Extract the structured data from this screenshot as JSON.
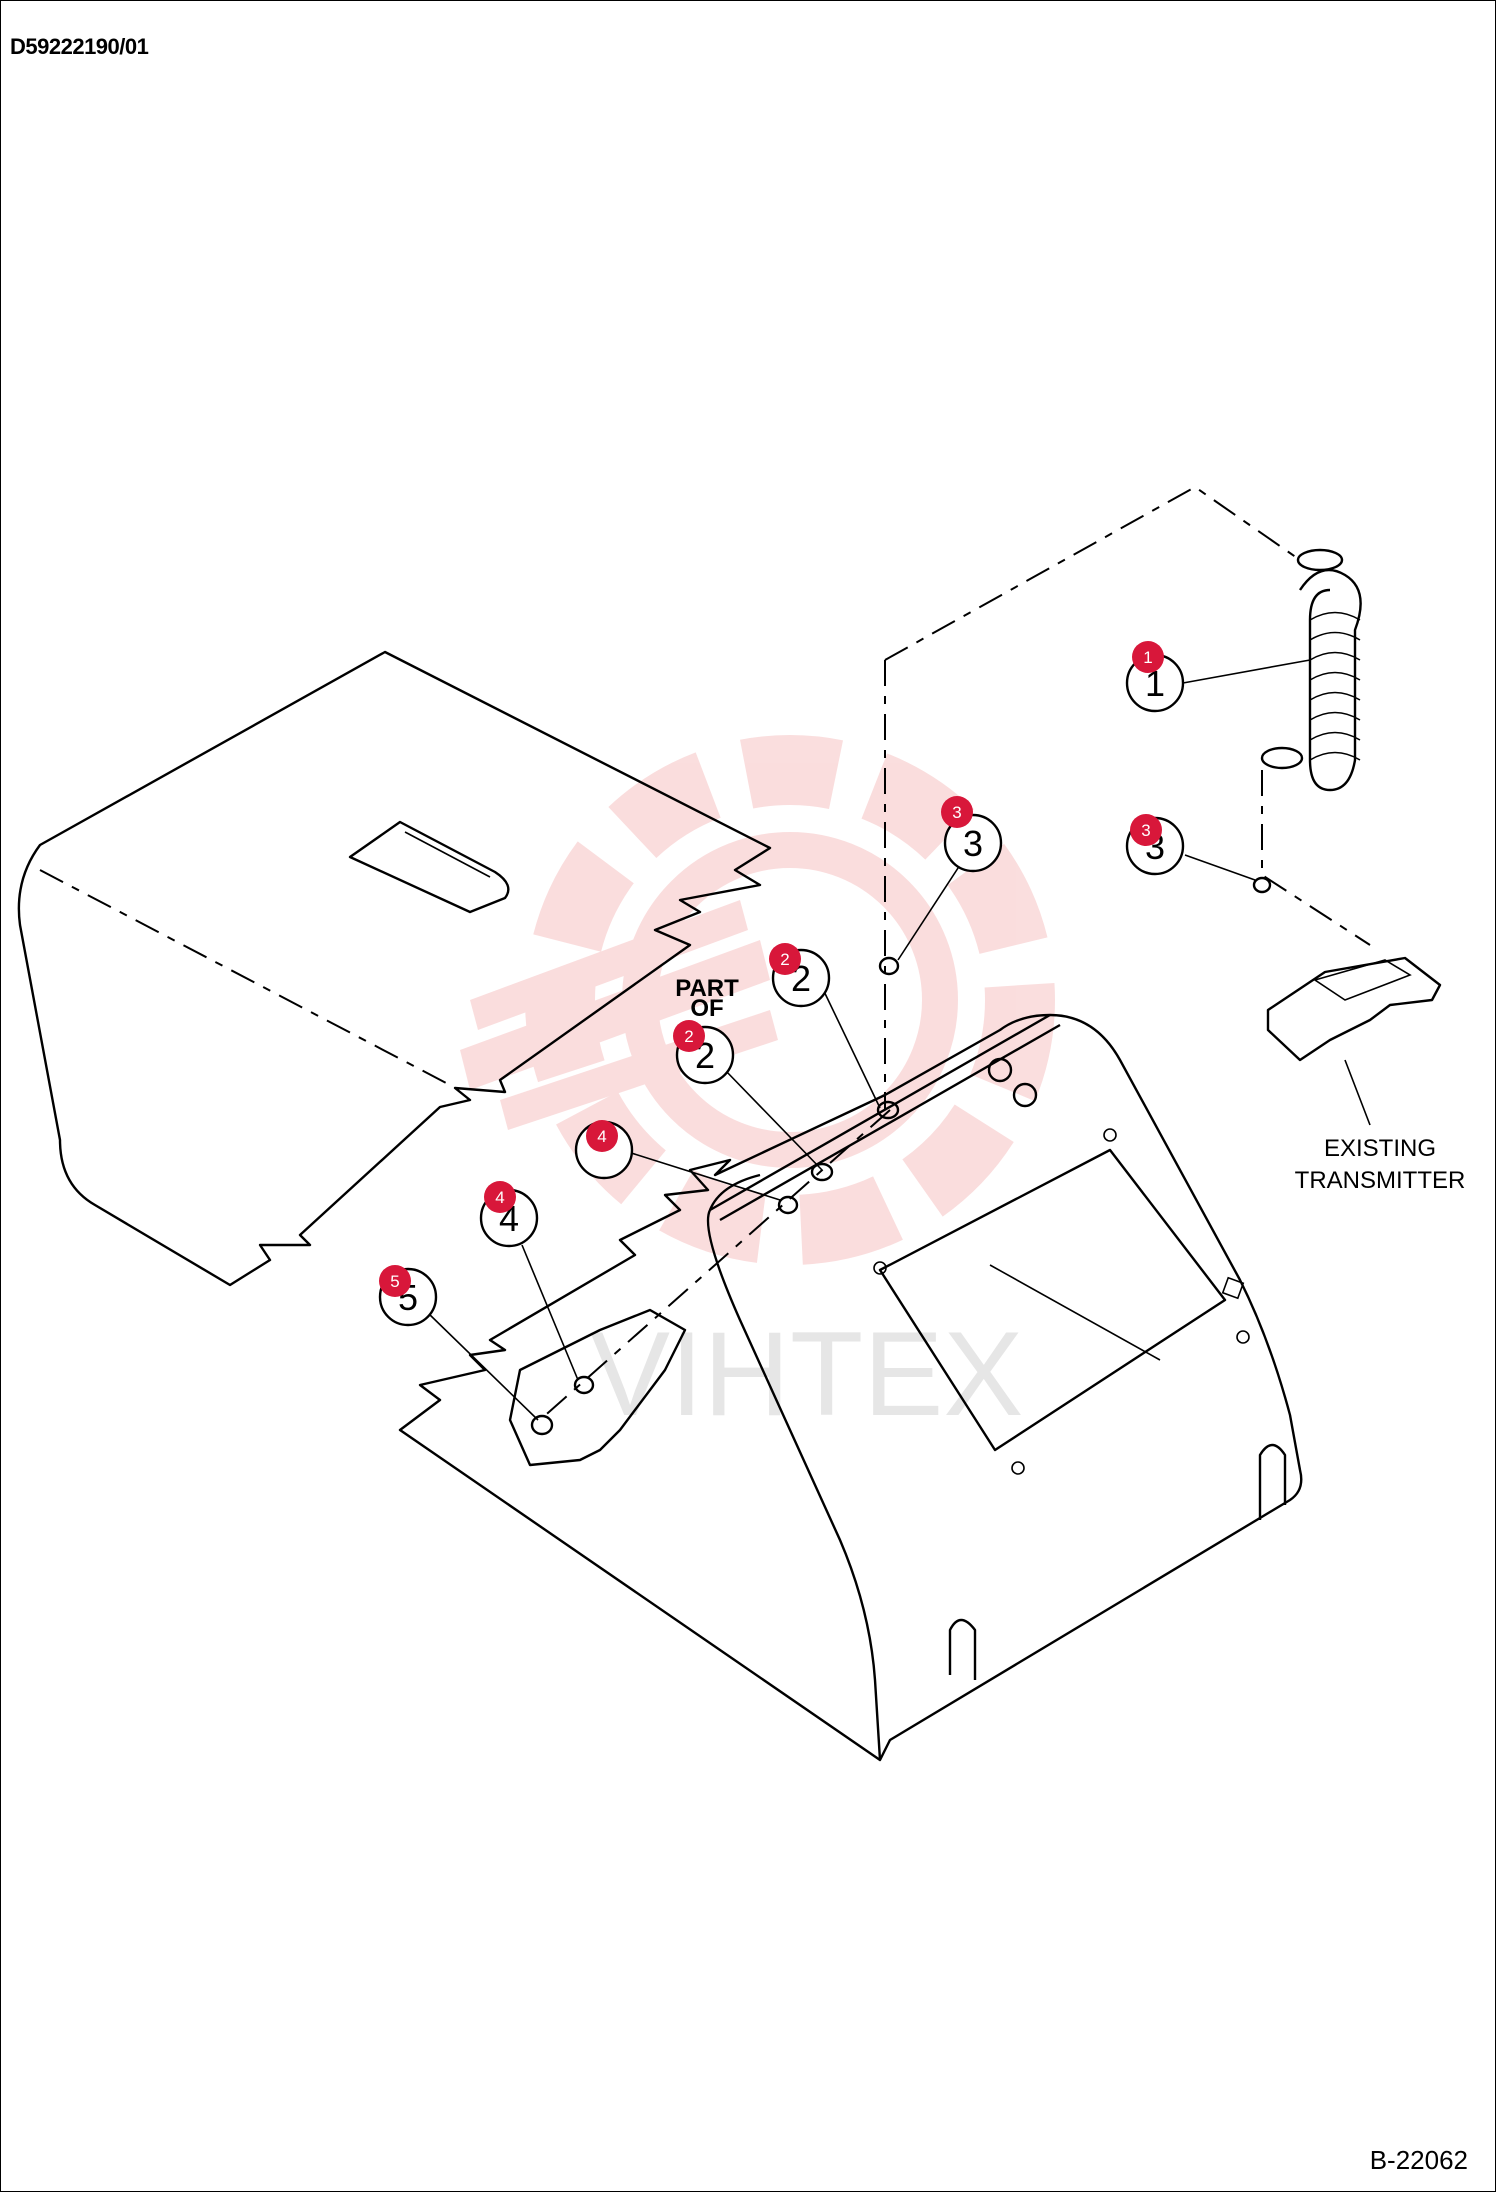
{
  "header": {
    "document_id": "D59222190/01"
  },
  "footer": {
    "sheet_id": "B-22062"
  },
  "watermark": {
    "text": "VIHTEX",
    "color": "#f4b6b6"
  },
  "labels": {
    "part_of_line1": "PART",
    "part_of_line2": "OF",
    "transmitter_line1": "EXISTING",
    "transmitter_line2": "TRANSMITTER"
  },
  "callouts": [
    {
      "id": "c1",
      "number": "1",
      "badge": "1"
    },
    {
      "id": "c3a",
      "number": "3",
      "badge": "3"
    },
    {
      "id": "c3b",
      "number": "3",
      "badge": "3"
    },
    {
      "id": "c2a",
      "number": "2",
      "badge": "2"
    },
    {
      "id": "c2b",
      "number": "2",
      "badge": "2"
    },
    {
      "id": "c4a",
      "number": "",
      "badge": "4"
    },
    {
      "id": "c4b",
      "number": "4",
      "badge": "4"
    },
    {
      "id": "c5",
      "number": "5",
      "badge": "5"
    }
  ],
  "colors": {
    "badge": "#d8173a",
    "line": "#000000"
  }
}
